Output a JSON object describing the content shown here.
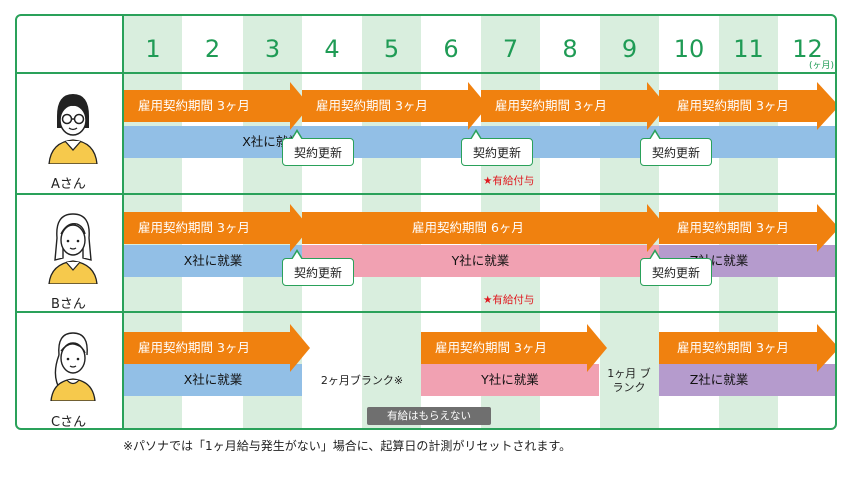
{
  "months": [
    "1",
    "2",
    "3",
    "4",
    "5",
    "6",
    "7",
    "8",
    "9",
    "10",
    "11",
    "12"
  ],
  "month_unit": "(ヶ月)",
  "rows": [
    {
      "name": "Aさん",
      "avatar": "woman-with-glasses-icon",
      "contracts": [
        "雇用契約期間 3ヶ月",
        "雇用契約期間 3ヶ月",
        "雇用契約期間 3ヶ月",
        "雇用契約期間 3ヶ月"
      ],
      "employment": [
        "X社に就業"
      ],
      "renewals": [
        "契約更新",
        "契約更新",
        "契約更新"
      ],
      "note": "★有給付与"
    },
    {
      "name": "Bさん",
      "avatar": "woman-long-hair-icon",
      "contracts": [
        "雇用契約期間 3ヶ月",
        "雇用契約期間 6ヶ月",
        "雇用契約期間 3ヶ月"
      ],
      "employment": [
        "X社に就業",
        "Y社に就業",
        "Z社に就業"
      ],
      "renewals": [
        "契約更新",
        "契約更新"
      ],
      "note": "★有給付与"
    },
    {
      "name": "Cさん",
      "avatar": "woman-ponytail-icon",
      "contracts": [
        "雇用契約期間 3ヶ月",
        "雇用契約期間 3ヶ月",
        "雇用契約期間 3ヶ月"
      ],
      "employment": [
        "X社に就業",
        "Y社に就業",
        "Z社に就業"
      ],
      "blanks": [
        "2ヶ月ブランク※",
        "1ヶ月 ブランク"
      ],
      "note": "有給はもらえない"
    }
  ],
  "footnote": "※パソナでは「1ヶ月給与発生がない」場合に、起算日の計測がリセットされます。",
  "colors": {
    "frame_green": "#2aa15a",
    "band_green": "#d9eede",
    "contract_orange": "#f0810f",
    "x_company_blue": "#92bfe6",
    "y_company_pink": "#f1a1b2",
    "z_company_purple": "#b59bcd",
    "note_red": "#e0181e",
    "grey_label": "#6f6f6f"
  }
}
